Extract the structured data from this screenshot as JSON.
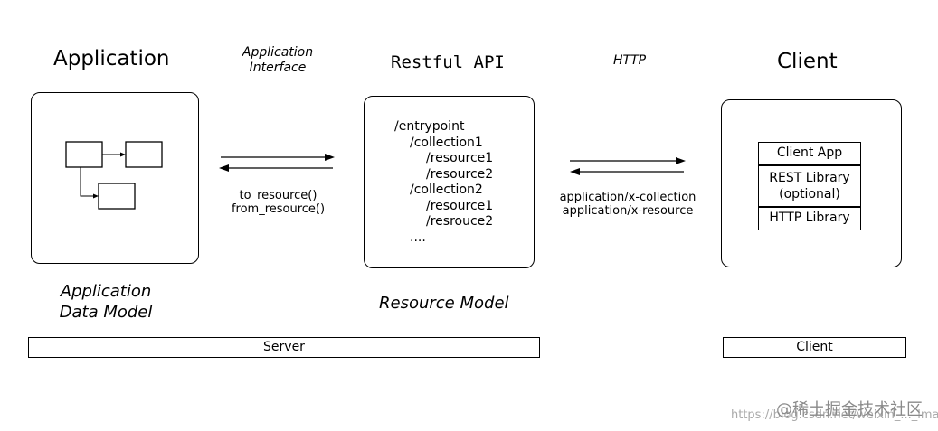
{
  "application": {
    "title": "Application",
    "caption_line1": "Application",
    "caption_line2": "Data Model"
  },
  "interface": {
    "label_line1": "Application",
    "label_line2": "Interface",
    "method1": "to_resource()",
    "method2": "from_resource()"
  },
  "api": {
    "title": "Restful API",
    "caption": "Resource Model",
    "tree": [
      "/entrypoint",
      "/collection1",
      "/resource1",
      "/resource2",
      "/collection2",
      "/resource1",
      "/resrouce2",
      "...."
    ]
  },
  "http": {
    "label": "HTTP",
    "mime1": "application/x-collection",
    "mime2": "application/x-resource"
  },
  "client": {
    "title": "Client",
    "stack": {
      "app": "Client App",
      "rest_line1": "REST Library",
      "rest_line2": "(optional)",
      "http": "HTTP Library"
    }
  },
  "bars": {
    "server": "Server",
    "client": "Client"
  },
  "watermark": {
    "url": "https://blog.csdn.net/weixin_..._lmans",
    "brand": "@稀土掘金技术社区"
  }
}
